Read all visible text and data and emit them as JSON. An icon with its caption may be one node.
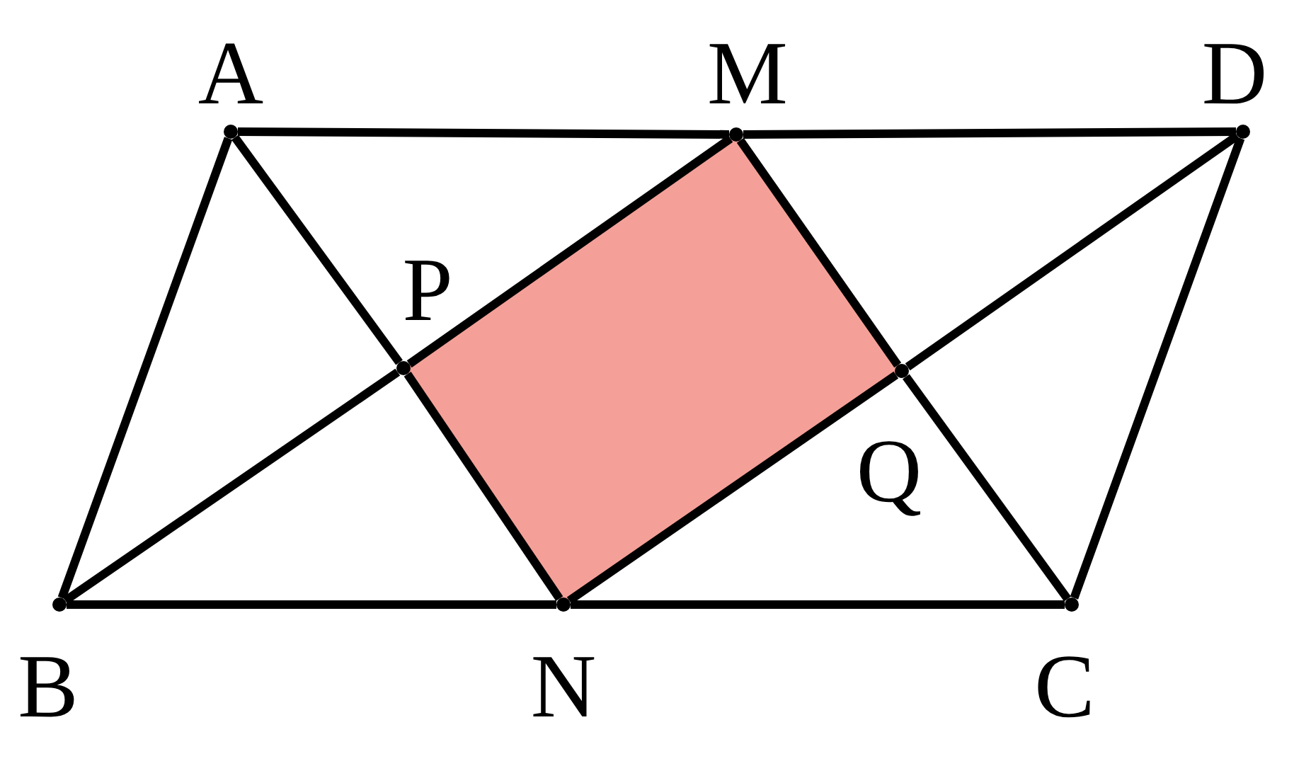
{
  "diagram": {
    "nodes": [
      {
        "text": [],
        "shape": "point",
        "beside": [
          "A"
        ]
      },
      {
        "text": [],
        "shape": "point",
        "beside": [
          "M"
        ]
      },
      {
        "text": [],
        "shape": "point",
        "beside": [
          "D"
        ]
      },
      {
        "text": [],
        "shape": "point",
        "beside": [
          "P"
        ]
      },
      {
        "text": [],
        "shape": "point",
        "beside": [
          "Q"
        ]
      },
      {
        "text": [],
        "shape": "point",
        "beside": [
          "B"
        ]
      },
      {
        "text": [],
        "shape": "point",
        "beside": [
          "N"
        ]
      },
      {
        "text": [],
        "shape": "point",
        "beside": [
          "C"
        ]
      }
    ],
    "edges": [
      {
        "from": 0,
        "to": 1,
        "arrow": "none"
      },
      {
        "from": 1,
        "to": 2,
        "arrow": "none"
      },
      {
        "from": 5,
        "to": 6,
        "arrow": "none"
      },
      {
        "from": 6,
        "to": 7,
        "arrow": "none"
      },
      {
        "from": 0,
        "to": 5,
        "arrow": "none"
      },
      {
        "from": 2,
        "to": 7,
        "arrow": "none"
      },
      {
        "from": 0,
        "to": 3,
        "arrow": "none"
      },
      {
        "from": 3,
        "to": 6,
        "arrow": "none"
      },
      {
        "from": 1,
        "to": 4,
        "arrow": "none"
      },
      {
        "from": 4,
        "to": 7,
        "arrow": "none"
      },
      {
        "from": 5,
        "to": 3,
        "arrow": "none"
      },
      {
        "from": 3,
        "to": 1,
        "arrow": "none"
      },
      {
        "from": 6,
        "to": 4,
        "arrow": "none"
      },
      {
        "from": 4,
        "to": 2,
        "arrow": "none"
      }
    ]
  }
}
